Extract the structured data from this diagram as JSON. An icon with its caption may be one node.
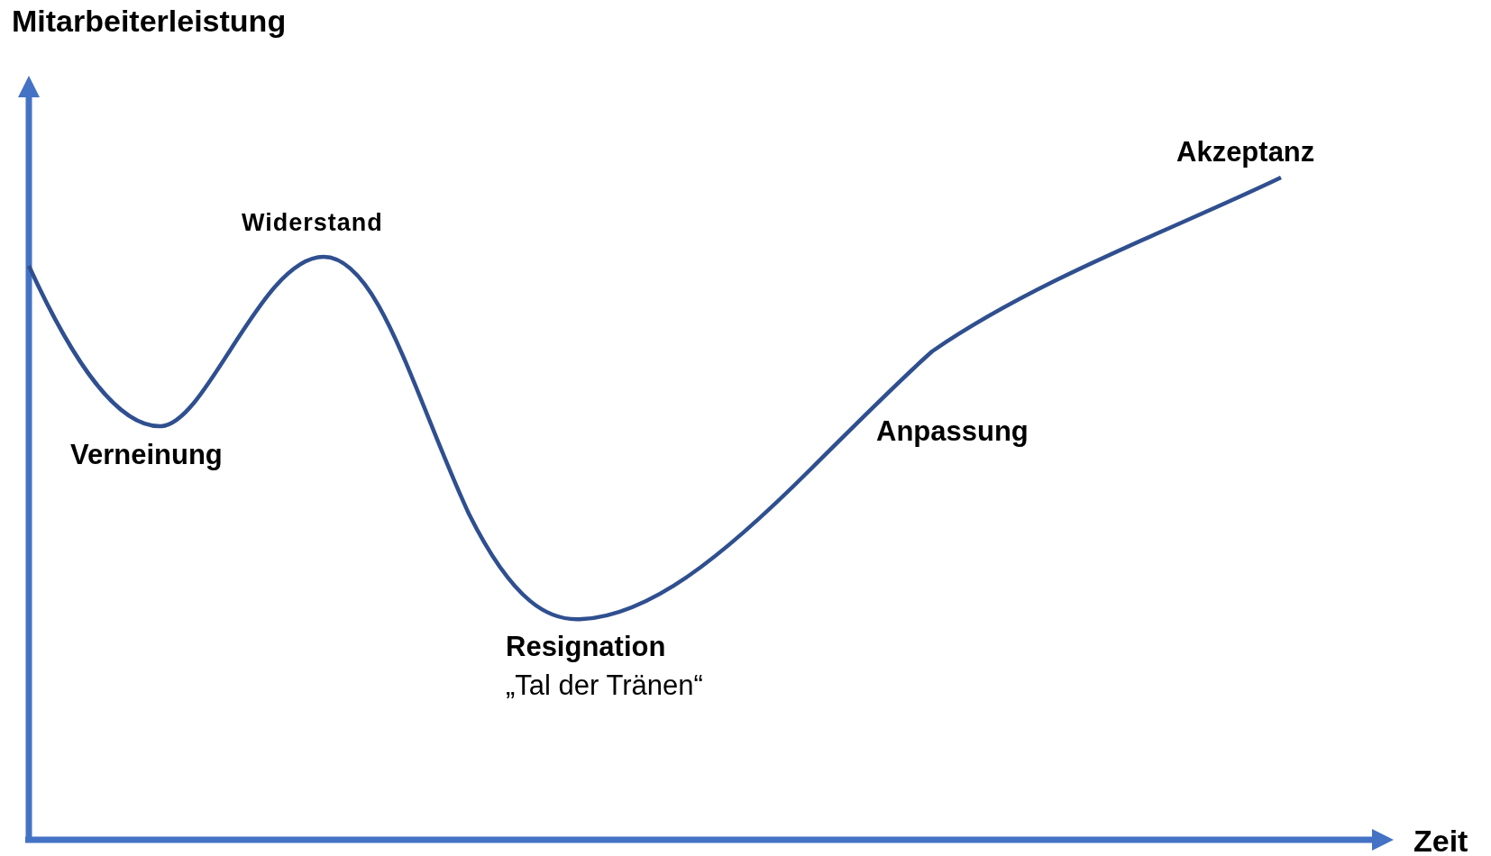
{
  "diagram": {
    "labels": [
      "Mitarbeiterleistung",
      "Akzeptanz",
      "Widerstand",
      "Verneinung",
      "Anpassung",
      "Resignation",
      "„Tal der Tränen“",
      "Zeit"
    ]
  }
}
